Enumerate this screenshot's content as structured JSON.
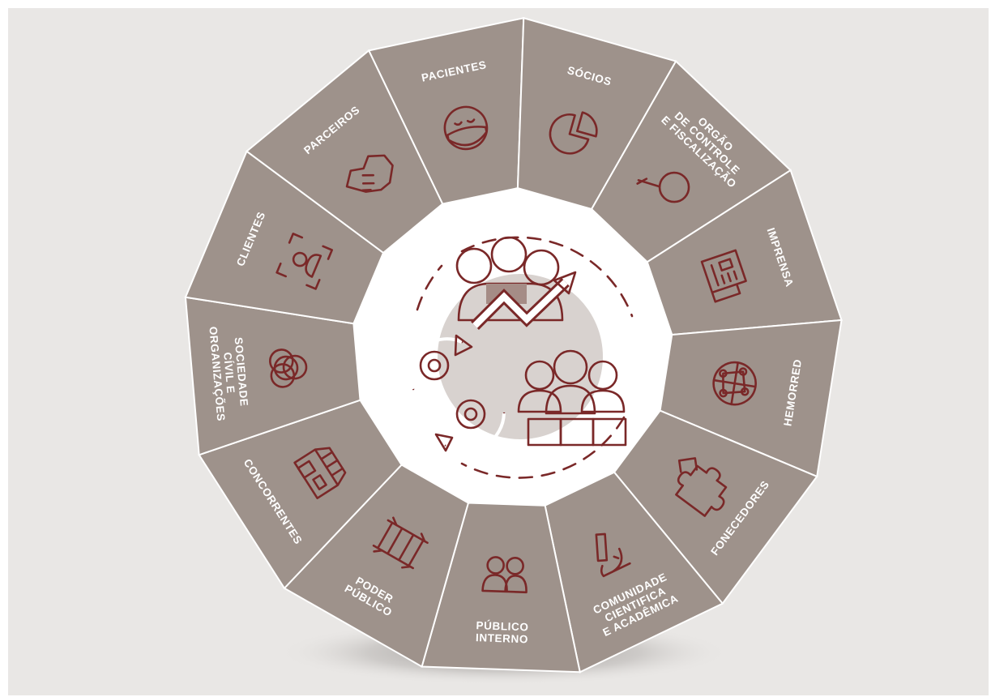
{
  "colors": {
    "background": "#e9e7e5",
    "segment": "#9e928b",
    "divider": "#ffffff",
    "center": "#ffffff",
    "icon": "#7a2828"
  },
  "center": {
    "icon": "stakeholder-management-icon"
  },
  "segments": [
    {
      "id": "pacientes",
      "lines": [
        "PACIENTES"
      ],
      "icon": "masked-face-icon"
    },
    {
      "id": "socios",
      "lines": [
        "SÓCIOS"
      ],
      "icon": "pie-chart-icon"
    },
    {
      "id": "orgao",
      "lines": [
        "ORGÃO",
        "DE CONTROLE",
        "E FISCALIZAÇÃO"
      ],
      "icon": "magnifier-icon"
    },
    {
      "id": "imprensa",
      "lines": [
        "IMPRENSA"
      ],
      "icon": "newspaper-icon"
    },
    {
      "id": "hemorred",
      "lines": [
        "HEMORRED"
      ],
      "icon": "network-globe-icon"
    },
    {
      "id": "fonecedores",
      "lines": [
        "FONECEDORES"
      ],
      "icon": "puzzle-icon"
    },
    {
      "id": "comunidade",
      "lines": [
        "COMUNIDADE",
        "CIENTIFICA",
        "E ACADÊMICA"
      ],
      "icon": "microscope-icon"
    },
    {
      "id": "publico-interno",
      "lines": [
        "PÚBLICO",
        "INTERNO"
      ],
      "icon": "people-icon"
    },
    {
      "id": "poder-publico",
      "lines": [
        "PODER",
        "PÚBLICO"
      ],
      "icon": "columns-icon"
    },
    {
      "id": "concorrentes",
      "lines": [
        "CONCORRENTES"
      ],
      "icon": "storefront-icon"
    },
    {
      "id": "sociedade",
      "lines": [
        "SOCIEDADE",
        "CÍVIL E",
        "ORGANIZAÇÕES"
      ],
      "icon": "intersecting-circles-icon"
    },
    {
      "id": "clientes",
      "lines": [
        "CLIENTES"
      ],
      "icon": "user-focus-icon"
    },
    {
      "id": "parceiros",
      "lines": [
        "PARCEIROS"
      ],
      "icon": "handshake-icon"
    }
  ]
}
